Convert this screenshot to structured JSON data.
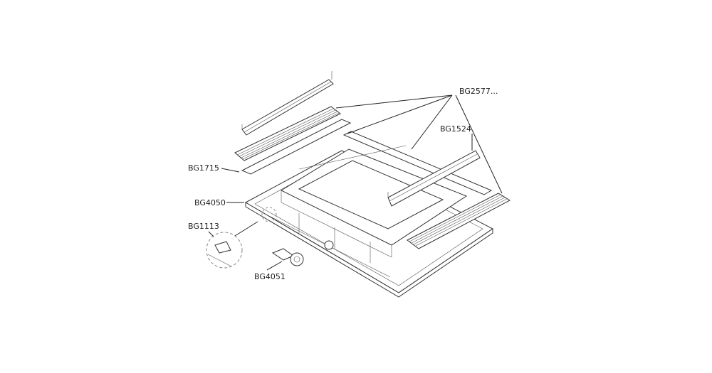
{
  "diagram": {
    "labels": {
      "bg2577": "BG2577...",
      "bg1524": "BG1524",
      "bg1715": "BG1715",
      "bg4050": "BG4050",
      "bg1113": "BG1113",
      "bg4051": "BG4051"
    }
  }
}
